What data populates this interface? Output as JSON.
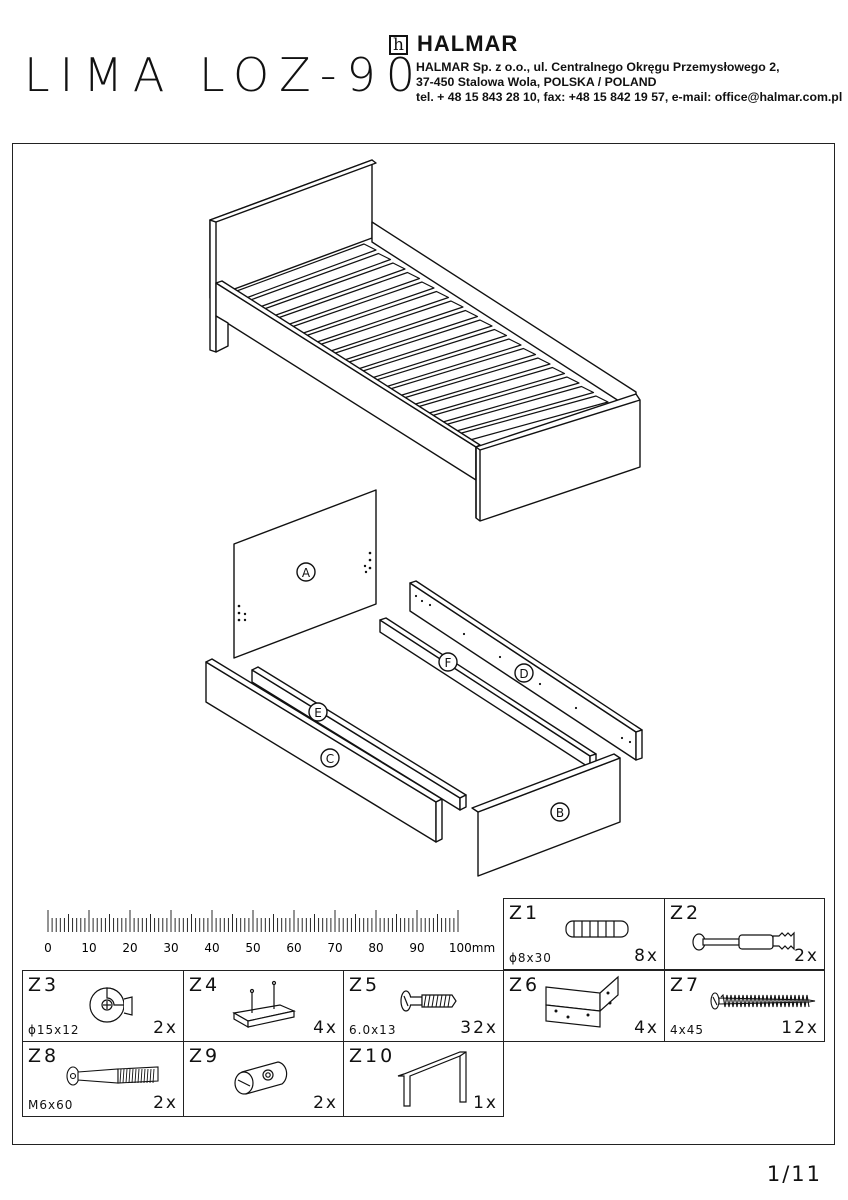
{
  "header": {
    "product_title": "LIMA LOZ-90",
    "logo_glyph": "h",
    "brand": "HALMAR",
    "address_lines": [
      "HALMAR Sp. z o.o., ul. Centralnego Okręgu Przemysłowego 2,",
      "37-450 Stalowa Wola, POLSKA  / POLAND",
      "tel. + 48 15 843 28 10, fax: +48 15 842 19 57, e-mail: office@halmar.com.pl"
    ]
  },
  "parts": {
    "A": "A",
    "B": "B",
    "C": "C",
    "D": "D",
    "E": "E",
    "F": "F"
  },
  "ruler": {
    "labels": [
      "0",
      "10",
      "20",
      "30",
      "40",
      "50",
      "60",
      "70",
      "80",
      "90",
      "100mm"
    ]
  },
  "fittings": [
    {
      "id": "Z1",
      "dim": "ϕ8x30",
      "qty": "8x",
      "icon": "dowel-icon"
    },
    {
      "id": "Z2",
      "dim": "",
      "qty": "2x",
      "icon": "connector-bolt-icon"
    },
    {
      "id": "Z3",
      "dim": "ϕ15x12",
      "qty": "2x",
      "icon": "cam-lock-icon"
    },
    {
      "id": "Z4",
      "dim": "",
      "qty": "4x",
      "icon": "glide-pad-icon"
    },
    {
      "id": "Z5",
      "dim": "6.0x13",
      "qty": "32x",
      "icon": "euro-screw-icon"
    },
    {
      "id": "Z6",
      "dim": "",
      "qty": "4x",
      "icon": "angle-bracket-icon"
    },
    {
      "id": "Z7",
      "dim": "4x45",
      "qty": "12x",
      "icon": "wood-screw-icon"
    },
    {
      "id": "Z8",
      "dim": "M6x60",
      "qty": "2x",
      "icon": "bolt-icon"
    },
    {
      "id": "Z9",
      "dim": "",
      "qty": "2x",
      "icon": "barrel-nut-icon"
    },
    {
      "id": "Z10",
      "dim": "",
      "qty": "1x",
      "icon": "allen-key-icon"
    }
  ],
  "footer": {
    "page": "1/11"
  }
}
